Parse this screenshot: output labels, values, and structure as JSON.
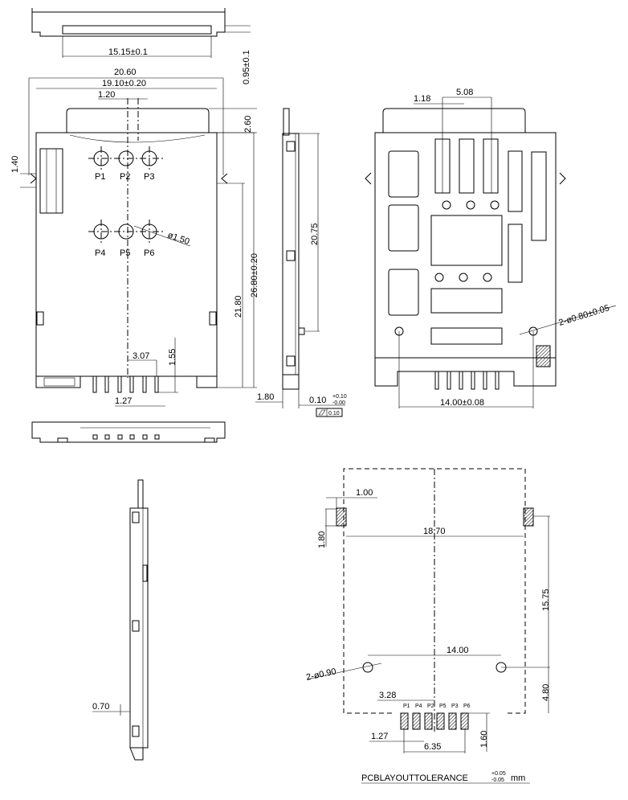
{
  "top_view": {
    "width_dim": "15.15±0.1",
    "height_dim": "0.95±0.1"
  },
  "front_view": {
    "overall_width": "20.60",
    "body_width": "19.10±0.20",
    "offset": "1.20",
    "tab_height": "2.60",
    "latch_height": "1.40",
    "contacts": [
      "P1",
      "P2",
      "P3",
      "P4",
      "P5",
      "P6"
    ],
    "contact_diameter": "ø1.50",
    "dim_21_80": "21.80",
    "overall_length": "26.80±0.20",
    "pin_offset": "3.07",
    "pin_length": "1.55",
    "pin_pitch": "1.27"
  },
  "side_view": {
    "length": "20.75",
    "thickness": "1.80",
    "flatness_value": "0.10",
    "tol_plus": "+0.10",
    "tol_minus": "-0.00",
    "flatness_box": "0.10"
  },
  "back_view": {
    "dim_1_18": "1.18",
    "dim_5_08": "5.08",
    "peg_holes": "2-ø0.80±0.05",
    "peg_spacing": "14.00±0.08"
  },
  "lower_side_view": {
    "dim": "0.70"
  },
  "pcb_layout": {
    "pad_width": "1.00",
    "pad_height": "1.80",
    "pad_span": "18.70",
    "pad_to_hole": "15.75",
    "hole_spacing": "14.00",
    "holes": "2-ø0.90",
    "hole_to_edge": "4.80",
    "pin_offset": "3.28",
    "pin_labels": [
      "P1",
      "P4",
      "P2",
      "P5",
      "P3",
      "P6"
    ],
    "pin_pitch": "1.27",
    "pin_span": "6.35",
    "pin_length": "1.60",
    "tolerance_label": "PCBLAYOUTTOLERANCE",
    "tol_plus": "+0.05",
    "tol_minus": "-0.05",
    "unit": "mm"
  }
}
